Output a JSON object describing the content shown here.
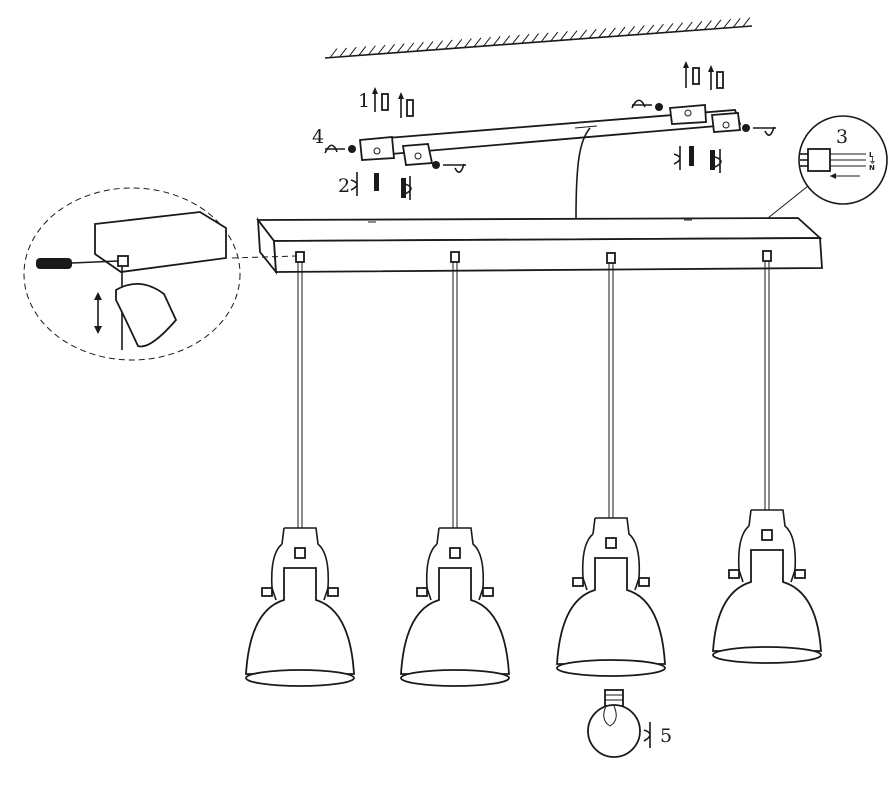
{
  "steps": {
    "step1": "1",
    "step2": "2",
    "step3": "3",
    "step4": "4",
    "step5": "5"
  },
  "wiring": {
    "live": "L",
    "earth": "⏚",
    "neutral": "N"
  }
}
